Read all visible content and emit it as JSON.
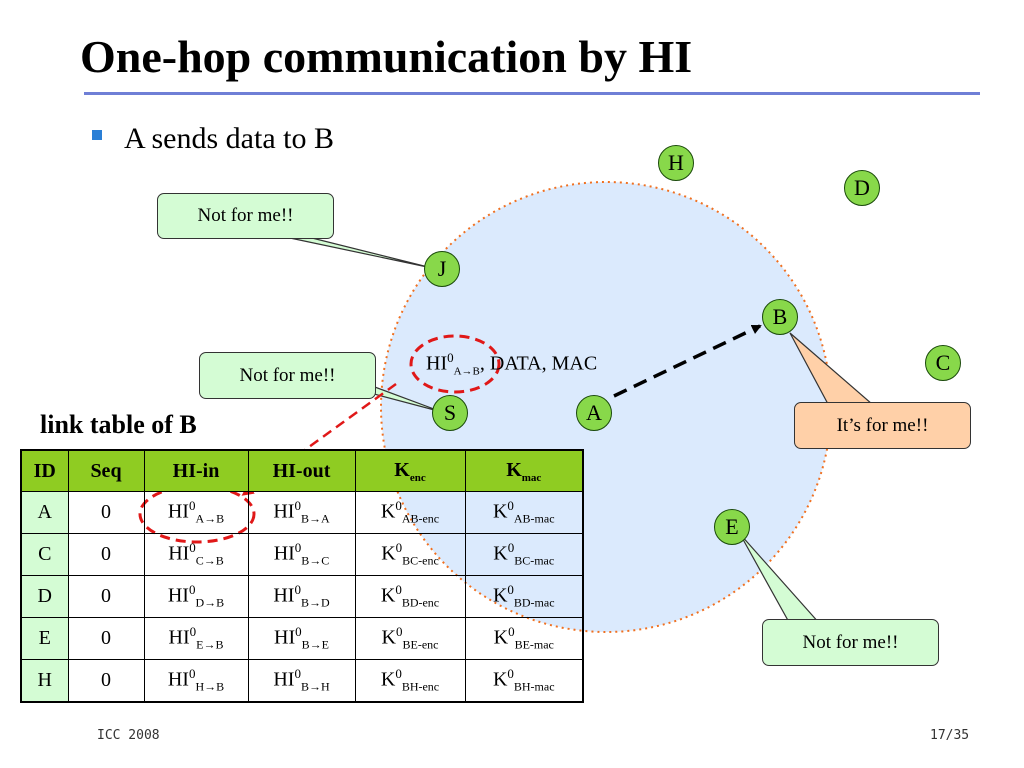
{
  "slide": {
    "title": "One-hop communication by HI",
    "bullet": "A sends data to B",
    "footer_left": "ICC 2008",
    "footer_right": "17/35"
  },
  "colors": {
    "title_rule": "#6f7fd6",
    "bullet": "#2a7fd6",
    "node_fill": "#88d84a",
    "range_fill": "#dbeafd",
    "range_border": "#f07020",
    "callout_green": "#d4fcd4",
    "callout_orange": "#ffd0a8",
    "header_fill": "#8fcc22",
    "highlight": "#e01818"
  },
  "nodes": {
    "H": "H",
    "D": "D",
    "J": "J",
    "B": "B",
    "C": "C",
    "S": "S",
    "A": "A",
    "E": "E"
  },
  "callouts": {
    "j": "Not for me!!",
    "s": "Not for me!!",
    "b": "It’s for me!!",
    "e": "Not for me!!"
  },
  "message": {
    "hi": "HI",
    "sup": "0",
    "sub": "A→B",
    "rest": ", DATA, MAC"
  },
  "link_table": {
    "title": "link table of B",
    "headers": {
      "id": "ID",
      "seq": "Seq",
      "hi_in": "HI-in",
      "hi_out": "HI-out",
      "k": "K",
      "enc": "enc",
      "mac": "mac"
    },
    "rows": [
      {
        "id": "A",
        "seq": "0",
        "in_sub": "A→B",
        "out_sub": "B→A",
        "enc_sub": "AB-enc",
        "mac_sub": "AB-mac"
      },
      {
        "id": "C",
        "seq": "0",
        "in_sub": "C→B",
        "out_sub": "B→C",
        "enc_sub": "BC-enc",
        "mac_sub": "BC-mac"
      },
      {
        "id": "D",
        "seq": "0",
        "in_sub": "D→B",
        "out_sub": "B→D",
        "enc_sub": "BD-enc",
        "mac_sub": "BD-mac"
      },
      {
        "id": "E",
        "seq": "0",
        "in_sub": "E→B",
        "out_sub": "B→E",
        "enc_sub": "BE-enc",
        "mac_sub": "BE-mac"
      },
      {
        "id": "H",
        "seq": "0",
        "in_sub": "H→B",
        "out_sub": "B→H",
        "enc_sub": "BH-enc",
        "mac_sub": "BH-mac"
      }
    ],
    "cell_hi": "HI",
    "cell_k": "K",
    "cell_sup": "0"
  }
}
